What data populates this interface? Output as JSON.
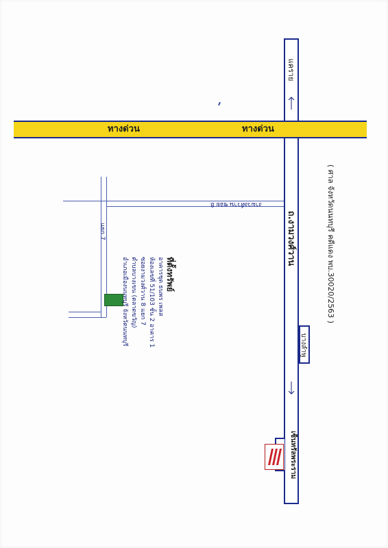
{
  "map": {
    "expressway_label_1": "ทางด่วน",
    "expressway_label_2": "ทางด่วน",
    "main_road_label": "ถ.งามวงศ์วาน",
    "soi_label": "งามวงศ์วาน ซอย 8",
    "side_lane_label": "แยก 7",
    "north_label": "แคราย",
    "junction_label": "บางลำพู",
    "start_label": "เซ็นทรัลพระราม",
    "court_note": "( ศาล จังหวัดนนทบุรี คดีแดง พบ.30020/2563 )",
    "colors": {
      "road_outline": "#1a2a8c",
      "expressway": "#f5d51a",
      "building": "#2e8b3a",
      "lane": "#4b5fb0"
    }
  },
  "address": {
    "title": "ที่ตั้งทรัพย์",
    "lines": [
      "อาคารชุด ธนพร เพลส",
      "ห้องเลขที่ 51/103 ชั้น 2 อาคาร 1",
      "ซอยงามวงศ์วาน 8 แยก 7",
      "ตำบลบางเขน (ตลาดขวัญ)",
      "อำเภอเมืองนนทบุรี จังหวัดนนทบุรี"
    ]
  }
}
